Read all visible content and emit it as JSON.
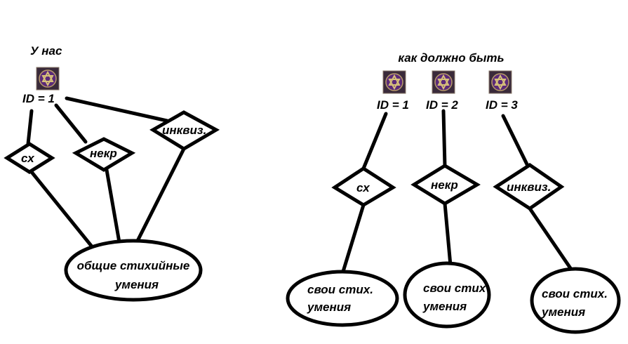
{
  "left": {
    "title": "У нас",
    "class_label": "ID = 1",
    "nodes": [
      "сх",
      "некр",
      "инквиз."
    ],
    "result_line1": "общие стихийные",
    "result_line2": "умения"
  },
  "right": {
    "title": "как должно быть",
    "classes": [
      {
        "label": "ID = 1",
        "node": "сх",
        "result_line1": "свои стих.",
        "result_line2": "умения"
      },
      {
        "label": "ID = 2",
        "node": "некр",
        "result_line1": "свои стих",
        "result_line2": "умения"
      },
      {
        "label": "ID = 3",
        "node": "инквиз.",
        "result_line1": "свои стих.",
        "result_line2": "умения"
      }
    ]
  },
  "colors": {
    "icon_bg": "#3a2a3a",
    "icon_circle": "#5b2a78",
    "icon_star": "#d8c27a"
  }
}
